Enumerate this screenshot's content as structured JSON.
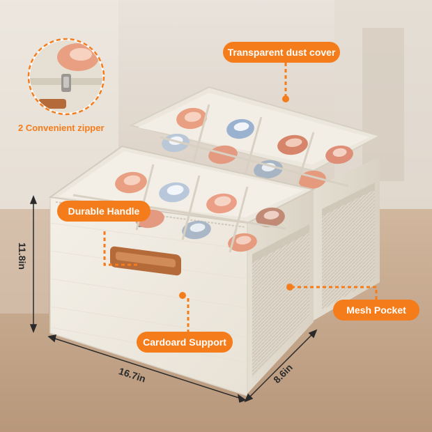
{
  "labels": {
    "dust_cover": "Transparent dust cover",
    "zipper": "2 Convenient zipper",
    "handle": "Durable Handle",
    "mesh": "Mesh Pocket",
    "cardboard": "Cardoard Support"
  },
  "dimensions": {
    "height": "11.8in",
    "width": "16.7in",
    "depth": "8.6in"
  },
  "colors": {
    "accent": "#f57c1a",
    "box": "#efebe2",
    "shoe": "#e9a082"
  }
}
